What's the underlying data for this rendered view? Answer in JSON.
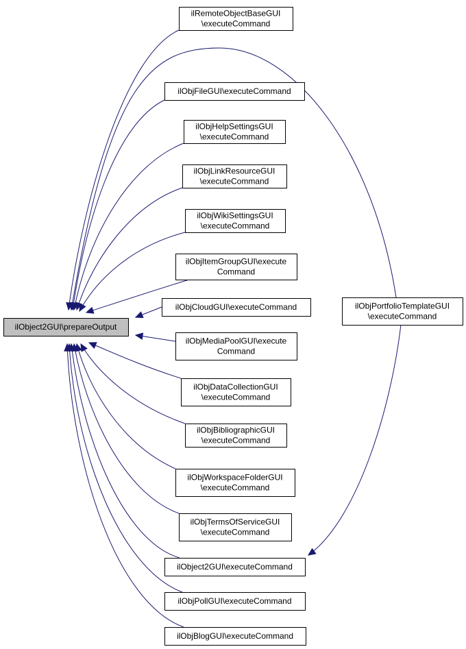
{
  "diagram": {
    "type": "doxygen-caller-graph",
    "edge_color": "#191970",
    "root_fill": "#bfbfbf",
    "root": {
      "id": "root",
      "lines": [
        "ilObject2GUI\\prepareOutput"
      ]
    },
    "nodes": [
      {
        "id": "remote",
        "lines": [
          "ilRemoteObjectBaseGUI",
          "\\executeCommand"
        ]
      },
      {
        "id": "file",
        "lines": [
          "ilObjFileGUI\\executeCommand"
        ]
      },
      {
        "id": "help",
        "lines": [
          "ilObjHelpSettingsGUI",
          "\\executeCommand"
        ]
      },
      {
        "id": "link",
        "lines": [
          "ilObjLinkResourceGUI",
          "\\executeCommand"
        ]
      },
      {
        "id": "wiki",
        "lines": [
          "ilObjWikiSettingsGUI",
          "\\executeCommand"
        ]
      },
      {
        "id": "itemgroup",
        "lines": [
          "ilObjItemGroupGUI\\execute",
          "Command"
        ]
      },
      {
        "id": "cloud",
        "lines": [
          "ilObjCloudGUI\\executeCommand"
        ]
      },
      {
        "id": "mediapool",
        "lines": [
          "ilObjMediaPoolGUI\\execute",
          "Command"
        ]
      },
      {
        "id": "datacoll",
        "lines": [
          "ilObjDataCollectionGUI",
          "\\executeCommand"
        ]
      },
      {
        "id": "biblio",
        "lines": [
          "ilObjBibliographicGUI",
          "\\executeCommand"
        ]
      },
      {
        "id": "wsfolder",
        "lines": [
          "ilObjWorkspaceFolderGUI",
          "\\executeCommand"
        ]
      },
      {
        "id": "tos",
        "lines": [
          "ilObjTermsOfServiceGUI",
          "\\executeCommand"
        ]
      },
      {
        "id": "obj2exec",
        "lines": [
          "ilObject2GUI\\executeCommand"
        ]
      },
      {
        "id": "poll",
        "lines": [
          "ilObjPollGUI\\executeCommand"
        ]
      },
      {
        "id": "blog",
        "lines": [
          "ilObjBlogGUI\\executeCommand"
        ]
      },
      {
        "id": "portfolio",
        "lines": [
          "ilObjPortfolioTemplateGUI",
          "\\executeCommand"
        ]
      }
    ],
    "edges": [
      {
        "from": "remote",
        "to": "root"
      },
      {
        "from": "portfolio",
        "to": "root"
      },
      {
        "from": "file",
        "to": "root"
      },
      {
        "from": "help",
        "to": "root"
      },
      {
        "from": "link",
        "to": "root"
      },
      {
        "from": "wiki",
        "to": "root"
      },
      {
        "from": "itemgroup",
        "to": "root"
      },
      {
        "from": "cloud",
        "to": "root"
      },
      {
        "from": "mediapool",
        "to": "root"
      },
      {
        "from": "datacoll",
        "to": "root"
      },
      {
        "from": "biblio",
        "to": "root"
      },
      {
        "from": "wsfolder",
        "to": "root"
      },
      {
        "from": "tos",
        "to": "root"
      },
      {
        "from": "obj2exec",
        "to": "root"
      },
      {
        "from": "poll",
        "to": "root"
      },
      {
        "from": "blog",
        "to": "root"
      },
      {
        "from": "portfolio",
        "to": "obj2exec"
      }
    ]
  }
}
